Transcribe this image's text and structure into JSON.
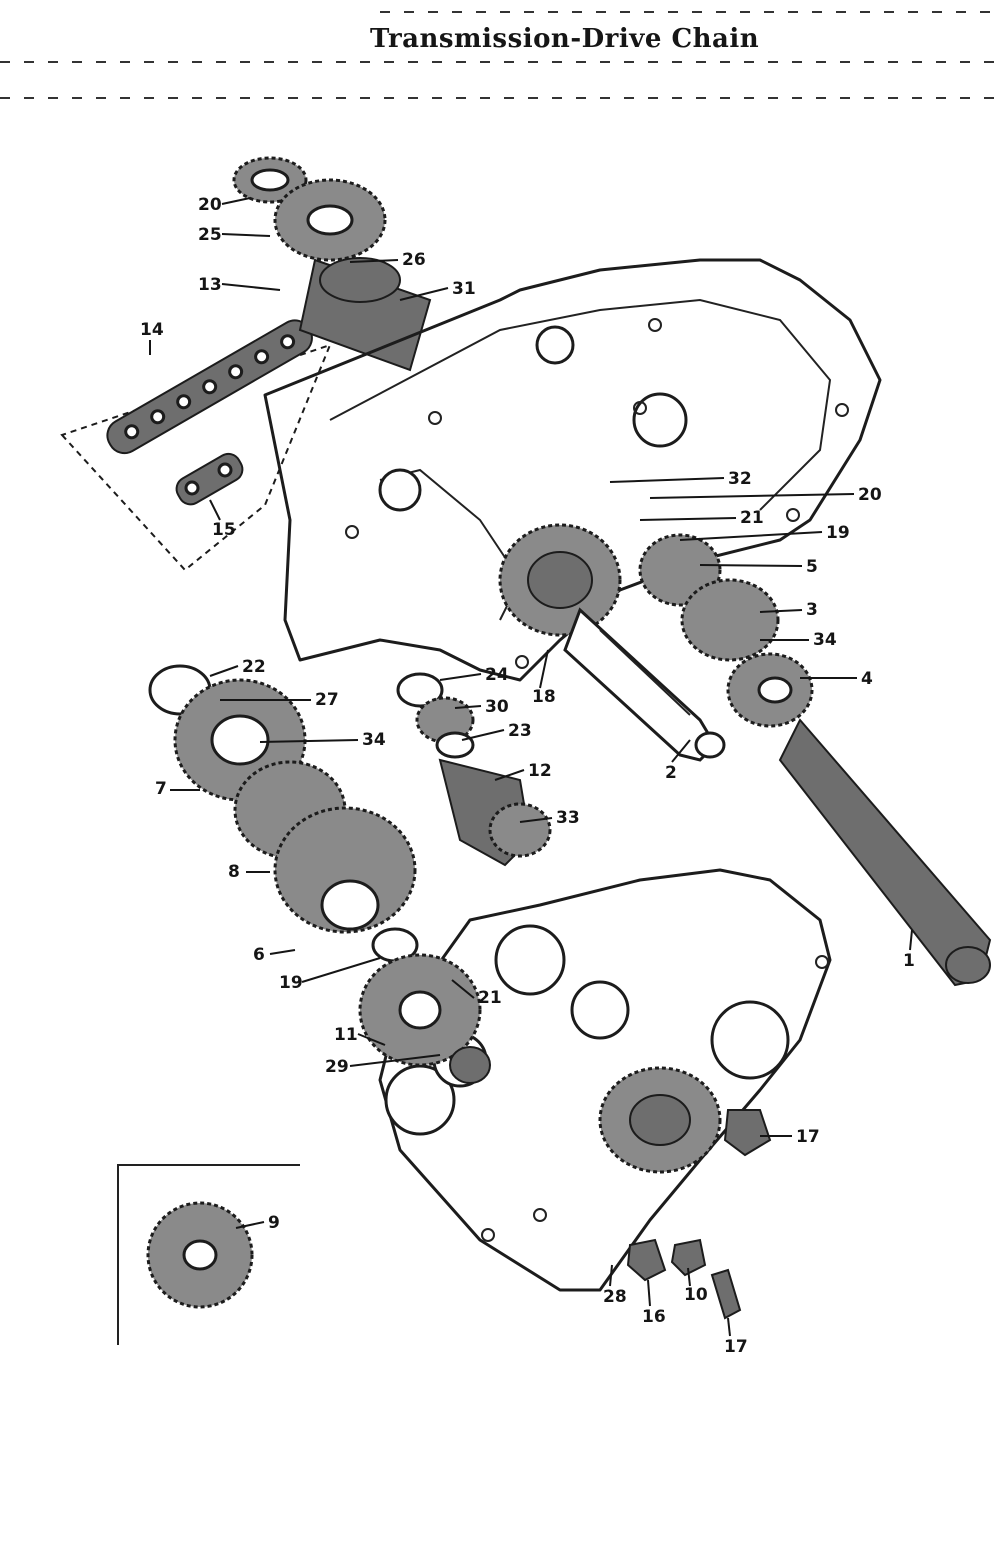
{
  "title": "Transmission-Drive Chain",
  "callouts": [
    {
      "id": "c20a",
      "label": "20"
    },
    {
      "id": "c25",
      "label": "25"
    },
    {
      "id": "c13",
      "label": "13"
    },
    {
      "id": "c26",
      "label": "26"
    },
    {
      "id": "c31",
      "label": "31"
    },
    {
      "id": "c14",
      "label": "14"
    },
    {
      "id": "c15",
      "label": "15"
    },
    {
      "id": "c32",
      "label": "32"
    },
    {
      "id": "c20b",
      "label": "20"
    },
    {
      "id": "c21a",
      "label": "21"
    },
    {
      "id": "c19a",
      "label": "19"
    },
    {
      "id": "c5",
      "label": "5"
    },
    {
      "id": "c3",
      "label": "3"
    },
    {
      "id": "c34a",
      "label": "34"
    },
    {
      "id": "c4",
      "label": "4"
    },
    {
      "id": "c18",
      "label": "18"
    },
    {
      "id": "c2",
      "label": "2"
    },
    {
      "id": "c1",
      "label": "1"
    },
    {
      "id": "c22",
      "label": "22"
    },
    {
      "id": "c27",
      "label": "27"
    },
    {
      "id": "c34b",
      "label": "34"
    },
    {
      "id": "c7",
      "label": "7"
    },
    {
      "id": "c24",
      "label": "24"
    },
    {
      "id": "c30",
      "label": "30"
    },
    {
      "id": "c23",
      "label": "23"
    },
    {
      "id": "c12",
      "label": "12"
    },
    {
      "id": "c33",
      "label": "33"
    },
    {
      "id": "c8",
      "label": "8"
    },
    {
      "id": "c6",
      "label": "6"
    },
    {
      "id": "c19b",
      "label": "19"
    },
    {
      "id": "c21b",
      "label": "21"
    },
    {
      "id": "c11",
      "label": "11"
    },
    {
      "id": "c29",
      "label": "29"
    },
    {
      "id": "c17a",
      "label": "17"
    },
    {
      "id": "c9",
      "label": "9"
    },
    {
      "id": "c28",
      "label": "28"
    },
    {
      "id": "c16",
      "label": "16"
    },
    {
      "id": "c10",
      "label": "10"
    },
    {
      "id": "c17b",
      "label": "17"
    }
  ]
}
